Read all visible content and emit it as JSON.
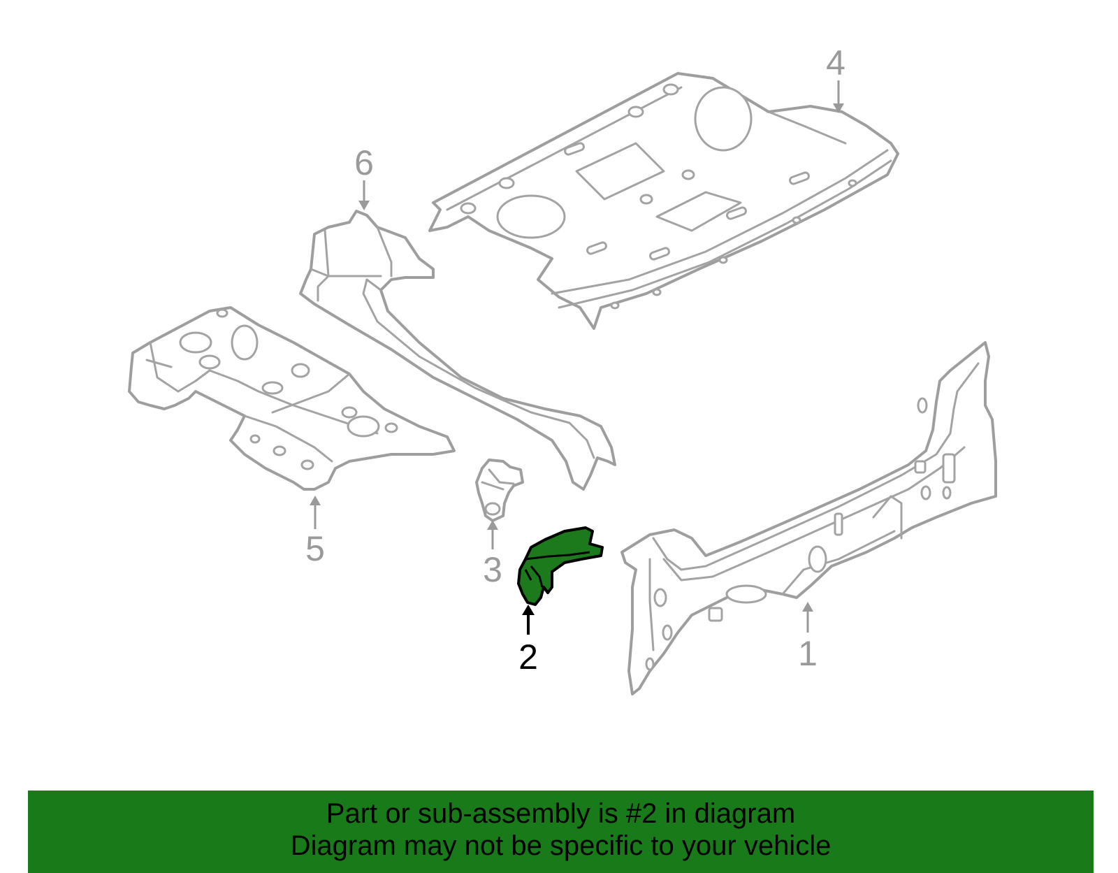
{
  "colors": {
    "highlight_part": "#1c7a1c",
    "banner_background": "#197a19",
    "outline_gray": "#9e9e9e"
  },
  "callouts": [
    {
      "id": "1",
      "label": "1",
      "highlighted": false
    },
    {
      "id": "2",
      "label": "2",
      "highlighted": true
    },
    {
      "id": "3",
      "label": "3",
      "highlighted": false
    },
    {
      "id": "4",
      "label": "4",
      "highlighted": false
    },
    {
      "id": "5",
      "label": "5",
      "highlighted": false
    },
    {
      "id": "6",
      "label": "6",
      "highlighted": false
    }
  ],
  "banner": {
    "line1": "Part or sub-assembly is #2 in diagram",
    "line2": "Diagram may not be specific to your vehicle"
  }
}
